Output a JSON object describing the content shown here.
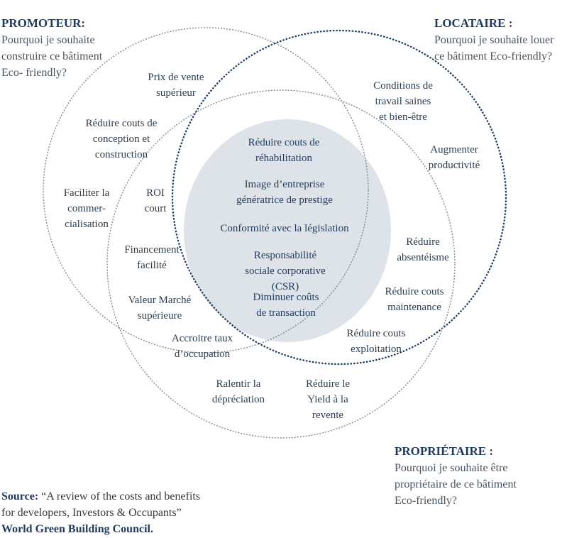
{
  "headers": {
    "promoteur": {
      "title": "PROMOTEUR:",
      "question": "Pourquoi je souhaite\nconstruire ce bâtiment\nEco- friendly?"
    },
    "locataire": {
      "title": "LOCATAIRE :",
      "question": "Pourquoi je souhaite louer\nce bâtiment Eco-friendly?"
    },
    "proprietaire": {
      "title": "PROPRIÉTAIRE :",
      "question": "Pourquoi je souhaite être\npropriétaire de ce bâtiment\nEco-friendly?"
    }
  },
  "labels": {
    "prix_vente": "Prix de vente\nsupérieur",
    "reduire_couts_conception": "Réduire couts de\nconception et\nconstruction",
    "faciliter_commercialisation": "Faciliter la\ncommer-\ncialisation",
    "roi_court": "ROI\ncourt",
    "financement_facilite": "Financement\nfacilité",
    "valeur_marche": "Valeur Marché\nsupérieure",
    "accroitre_occupation": "Accroitre taux\nd’occupation",
    "ralentir_depreciation": "Ralentir la\ndépréciation",
    "reduire_yield": "Réduire le\nYield à la\nrevente",
    "reduire_couts_exploitation": "Réduire couts\nexploitation",
    "reduire_couts_maintenance": "Réduire couts\nmaintenance",
    "reduire_absenteisme": "Réduire\nabsentéisme",
    "augmenter_productivite": "Augmenter\nproductivité",
    "conditions_travail": "Conditions de\ntravail saines\net bien-être",
    "center_rehabilitation": "Réduire couts de\nréhabilitation",
    "center_image": "Image d’entreprise\ngénératrice de prestige",
    "center_conformite": "Conformité avec la législation",
    "center_csr": "Responsabilité\nsociale corporative\n(CSR)",
    "center_transaction": "Diminuer coûts\nde transaction"
  },
  "source": {
    "prefix": "Source:",
    "line1": "“A review of the costs and benefits",
    "line2": "for developers, Investors & Occupants”",
    "org": "World  Green Building  Council."
  },
  "colors": {
    "center_fill": "#dde3e8",
    "circle_promoteur": "#7d8a95",
    "circle_locataire": "#1f3a5f",
    "circle_proprietaire": "#7d8a95",
    "title": "#1f3a5f"
  }
}
